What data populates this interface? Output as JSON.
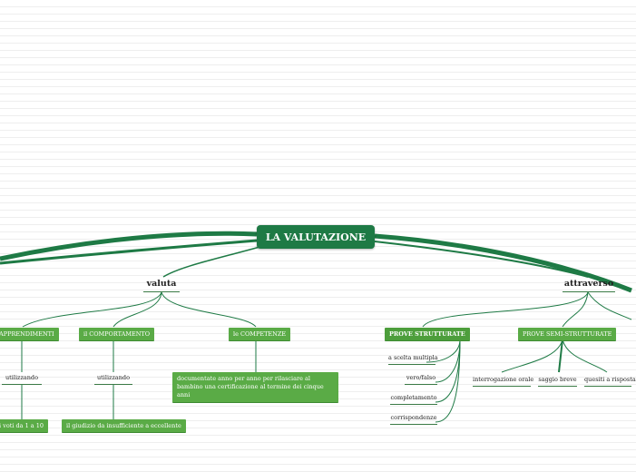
{
  "root": {
    "label": "LA VALUTAZIONE"
  },
  "left_branch": {
    "label": "valuta",
    "children": [
      {
        "label": "APPRENDIMENTI",
        "via": "utilizzando",
        "result": "i voti da 1 a 10"
      },
      {
        "label": "il COMPORTAMENTO",
        "via": "utilizzando",
        "result": "il giudizio da insufficiente a eccellente"
      },
      {
        "label": "le COMPETENZE",
        "result": "documentate anno per anno per rilasciare al bambino una certificazione al termine dei cinque anni"
      }
    ]
  },
  "right_branch": {
    "label": "attraverso",
    "children": [
      {
        "label": "PROVE STRUTTURATE",
        "items": [
          "a scelta multipla",
          "vero/falso",
          "completamento",
          "corrispondenze"
        ]
      },
      {
        "label": "PROVE SEMI-STRUTTURATE",
        "items": [
          "interrogazione orale",
          "saggio breve",
          "quesiti a risposta"
        ]
      }
    ]
  },
  "colors": {
    "node_fill": "#5aab46",
    "root_fill": "#1e7a45",
    "edge": "#1e7a45"
  }
}
